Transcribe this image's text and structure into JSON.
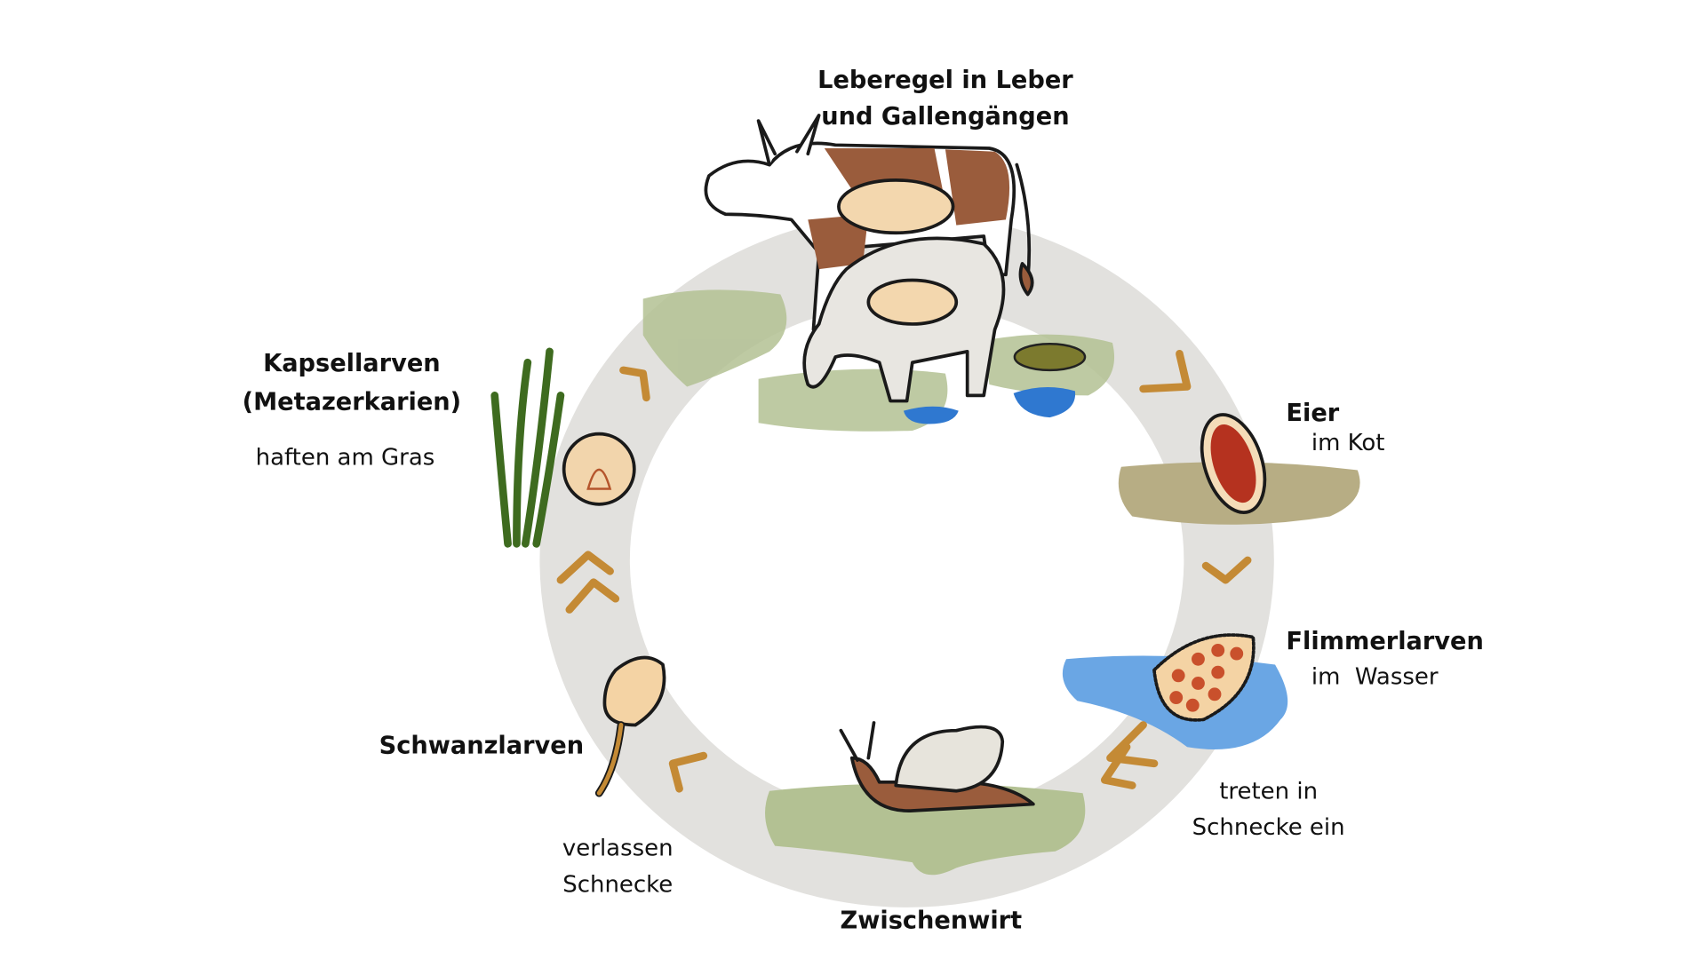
{
  "labels": {
    "adult_line1": "Leberegel in Leber",
    "adult_line2": "und Gallengängen",
    "eggs_title": "Eier",
    "eggs_sub": "im Kot",
    "miracidia_title": "Flimmerlarven",
    "miracidia_sub": "im  Wasser",
    "enter_line1": "treten in",
    "enter_line2": "Schnecke ein",
    "host_title": "Zwischenwirt",
    "leave_line1": "verlassen",
    "leave_line2": "Schnecke",
    "cercariae_title": "Schwanzlarven",
    "meta_title": "Kapsellarven",
    "meta_title2": "(Metazerkarien)",
    "meta_sub": "haften am Gras"
  },
  "colors": {
    "ring": "#e2e1de",
    "arrow": "#c48a35",
    "grass_patch": "#b3c193",
    "water": "#6aa6e4",
    "mud": "#b7ad84",
    "brown": "#9a5c3c"
  }
}
